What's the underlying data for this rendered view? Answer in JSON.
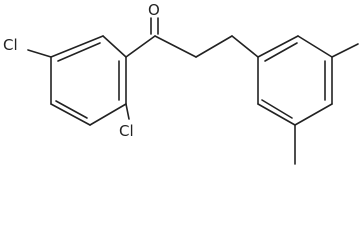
{
  "molecule": {
    "atoms": {
      "chlorine_left": "Cl",
      "chlorine_bottom": "Cl",
      "oxygen": "O"
    }
  }
}
